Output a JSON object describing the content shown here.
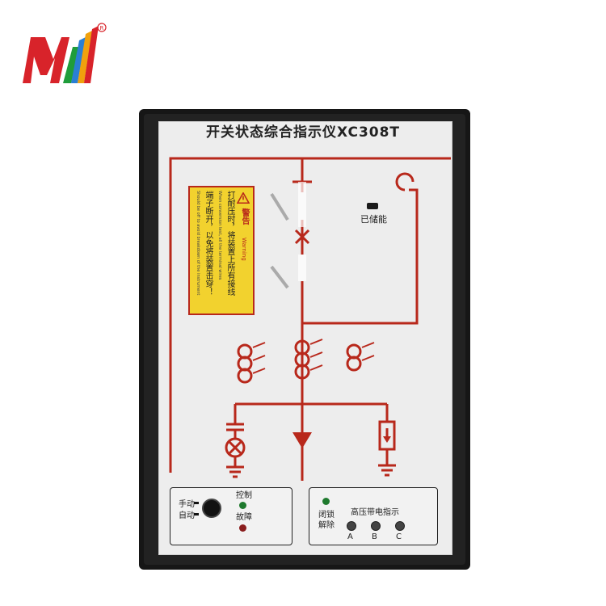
{
  "title": "开关状态综合指示仪XC308T",
  "stored_label": "已储能",
  "warning": {
    "heading": "警告",
    "heading_en": "Warning",
    "line1": "打耐压时，将装置上所有接线",
    "line2": "端子断开，以免将装置击穿！",
    "en1": "When conversion test, all the terminal wires",
    "en2": "Should be off to avoid breakdown of the instrument"
  },
  "left_box": {
    "manual": "手动",
    "auto": "自动",
    "control": "控制",
    "fault": "故障"
  },
  "right_box": {
    "lock": "闭锁",
    "unlock": "解除",
    "hv_indicator": "高压带电指示",
    "phases": [
      "A",
      "B",
      "C"
    ]
  },
  "colors": {
    "diagram_red": "#b8281b",
    "led_green": "#1f7a2e",
    "led_red": "#8a1d1d",
    "warning_yellow": "#f2d22e"
  }
}
